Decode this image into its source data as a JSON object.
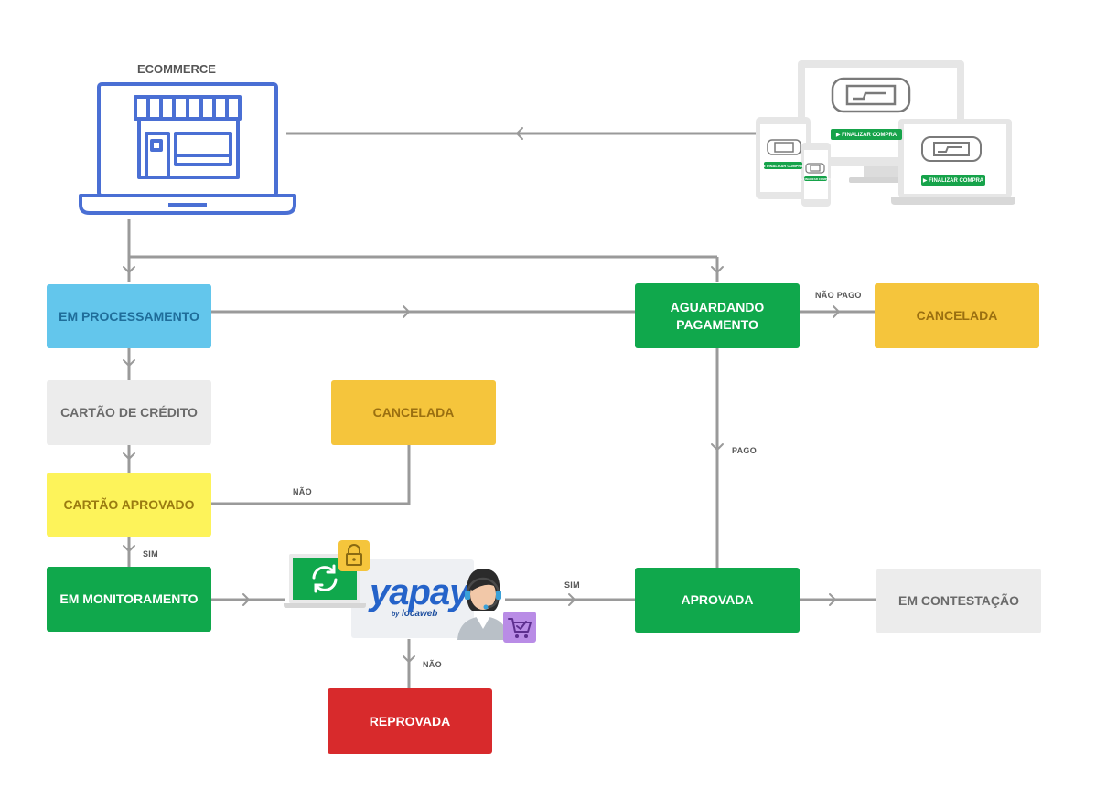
{
  "colors": {
    "blue": "#63c6ec",
    "gray": "#ececec",
    "yellow": "#f5c53c",
    "light_yellow": "#fdf35a",
    "green": "#10a84c",
    "red": "#d82a2c",
    "line": "#9a9a9a",
    "store_outline": "#4a6fd4"
  },
  "ecommerce_label": "ECOMMERCE",
  "devices": {
    "button_label": "▶ FINALIZAR COMPRA",
    "icon": "gamepad-icon"
  },
  "nodes": {
    "em_processamento": "EM PROCESSAMENTO",
    "cartao_credito": "CARTÃO DE CRÉDITO",
    "cartao_aprovado": "CARTÃO APROVADO",
    "em_monitoramento": "EM MONITORAMENTO",
    "cancelada_left": "CANCELADA",
    "reprovada": "REPROVADA",
    "aguardando_pagamento": "AGUARDANDO PAGAMENTO",
    "cancelada_right": "CANCELADA",
    "aprovada": "APROVADA",
    "em_contestacao": "EM CONTESTAÇÃO"
  },
  "edge_labels": {
    "nao_pago": "NÃO PAGO",
    "pago": "PAGO",
    "nao_card": "NÃO",
    "sim_monitor": "SIM",
    "sim_yapay": "SIM",
    "nao_yapay": "NÃO"
  },
  "yapay": {
    "brand": "yapay",
    "by": "by",
    "sub": "locaweb",
    "icons": [
      "lock-icon",
      "refresh-icon",
      "agent-icon",
      "cart-check-icon"
    ]
  }
}
